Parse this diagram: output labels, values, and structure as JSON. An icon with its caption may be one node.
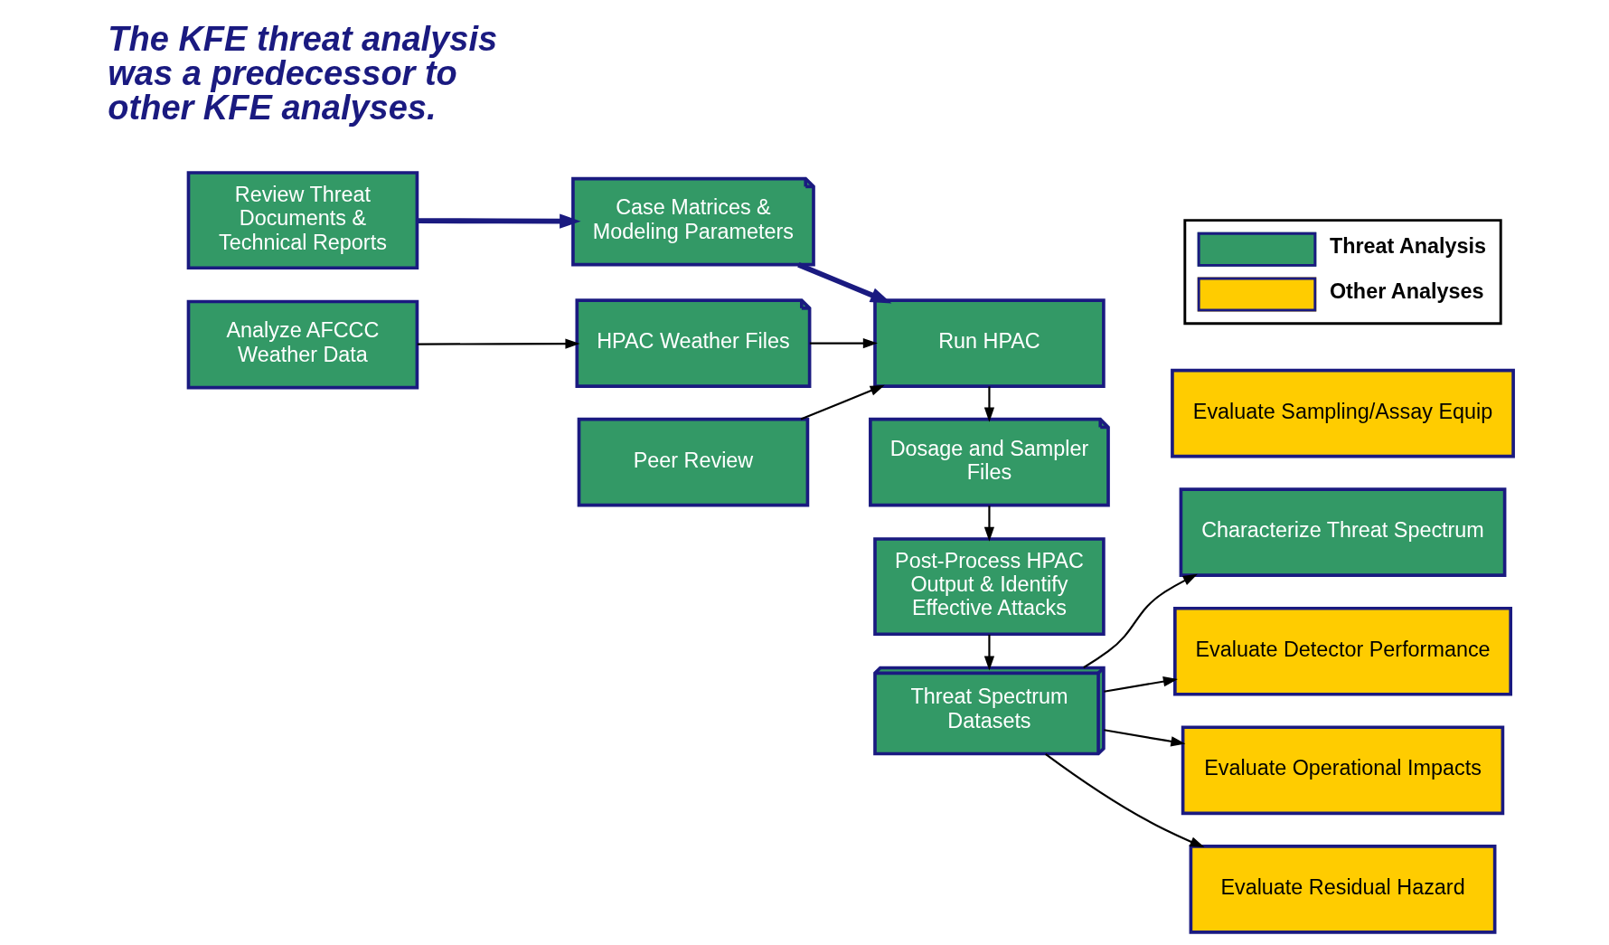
{
  "diagram": {
    "nodes": [
      {
        "text": [
          "Review Threat Documents & Technical Reports"
        ]
      },
      {
        "text": [
          "Case Matrices & Modeling Parameters"
        ]
      },
      {
        "text": [
          "Run HPAC"
        ]
      },
      {
        "text": [
          "Analyze AFCCC Weather Data"
        ]
      },
      {
        "text": [
          "HPAC Weather Files"
        ]
      },
      {
        "text": [
          "Dosage and Sampler Files"
        ]
      },
      {
        "text": [
          "Peer Review"
        ]
      },
      {
        "text": [
          "Post-Process HPAC Output & Identify Effective Attacks"
        ]
      },
      {
        "text": [
          "Threat Spectrum Datasets"
        ]
      },
      {
        "text": [
          "Characterize Threat Spectrum"
        ]
      },
      {
        "text": [
          "Evaluate Detector Performance"
        ]
      },
      {
        "text": [
          "Evaluate Operational Impacts"
        ]
      },
      {
        "text": [
          "Evaluate Residual Hazard"
        ]
      },
      {
        "text": [
          "Evaluate Sampling/Assay Equip"
        ]
      }
    ],
    "edges": [
      {
        "from": 0,
        "to": 1,
        "arrow": "to",
        "style": "thick",
        "color": "#1a1a80"
      },
      {
        "from": 1,
        "to": 2,
        "arrow": "to",
        "style": "thick",
        "color": "#1a1a80"
      },
      {
        "from": 3,
        "to": 4,
        "arrow": "to"
      },
      {
        "from": 4,
        "to": 2,
        "arrow": "to"
      },
      {
        "from": 6,
        "to": 2,
        "arrow": "to"
      },
      {
        "from": 2,
        "to": 5,
        "arrow": "to"
      },
      {
        "from": 5,
        "to": 7,
        "arrow": "to"
      },
      {
        "from": 7,
        "to": 8,
        "arrow": "to"
      },
      {
        "from": 8,
        "to": 9,
        "arrow": "to"
      },
      {
        "from": 8,
        "to": 10,
        "arrow": "to"
      },
      {
        "from": 8,
        "to": 11,
        "arrow": "to"
      },
      {
        "from": 8,
        "to": 12,
        "arrow": "to"
      }
    ],
    "labels": [
      "The KFE threat analysis was a predecessor to other KFE analyses."
    ],
    "legend": [
      {
        "text": "Threat Analysis",
        "color": "#339966"
      },
      {
        "text": "Other Analyses",
        "color": "#ffcc00"
      }
    ]
  }
}
